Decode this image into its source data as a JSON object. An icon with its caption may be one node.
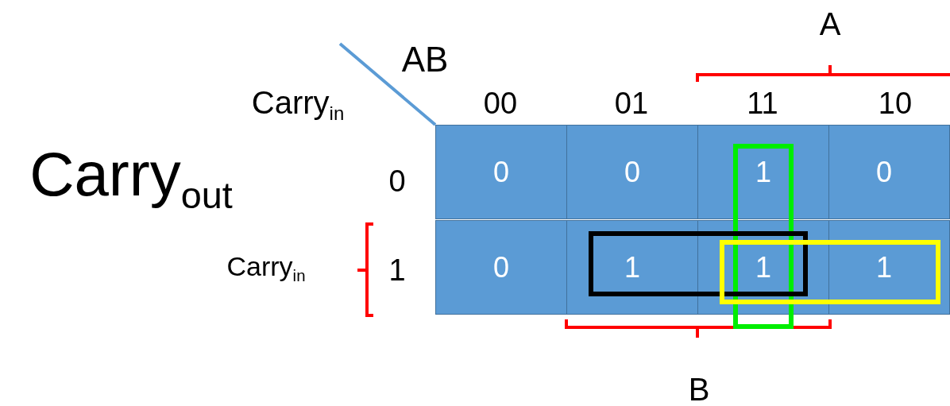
{
  "diagram": {
    "nodes": [
      {
        "text": [],
        "shape": "box"
      },
      {
        "text": [],
        "shape": "box"
      },
      {
        "text": [],
        "shape": "box"
      }
    ],
    "labels": [
      "A",
      "AB",
      "Carry$_{in}$",
      "00",
      "01",
      "11",
      "10",
      "Carry$_{out}$",
      "0",
      "0",
      "0",
      "1",
      "0",
      "Carry$_{in}$",
      "1",
      "0",
      "1",
      "1",
      "1",
      "B"
    ]
  }
}
